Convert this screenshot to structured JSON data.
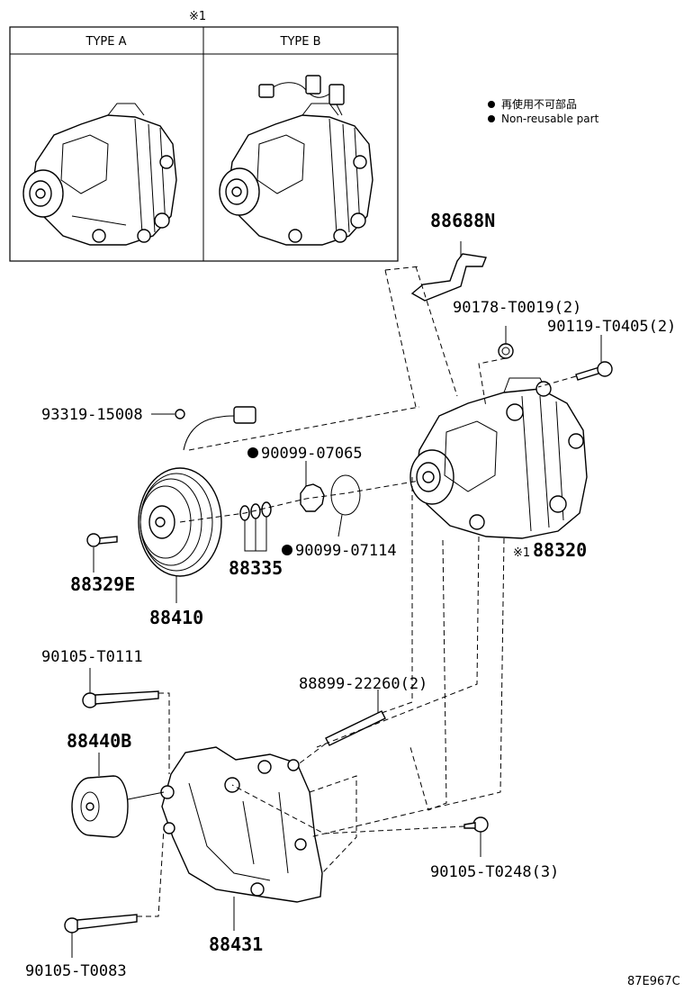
{
  "note_mark": "※1",
  "types": {
    "type_a": "TYPE A",
    "type_b": "TYPE B"
  },
  "legend": {
    "line1": "再使用不可部品",
    "line2": "Non-reusable part"
  },
  "parts": {
    "p88688N": "88688N",
    "p90178": "90178-T0019(2)",
    "p90119": "90119-T0405(2)",
    "p93319": "93319-15008",
    "p90099_07065": "90099-07065",
    "p90099_07114": "90099-07114",
    "p88320_mark": "※1",
    "p88320": "88320",
    "p88329E": "88329E",
    "p88335": "88335",
    "p88410": "88410",
    "p90105_T0111": "90105-T0111",
    "p88899": "88899-22260(2)",
    "p88440B": "88440B",
    "p90105_T0248": "90105-T0248(3)",
    "p88431": "88431",
    "p90105_T0083": "90105-T0083"
  },
  "figure_code": "87E967C",
  "icons": {
    "bullet": "filled-circle-icon"
  }
}
